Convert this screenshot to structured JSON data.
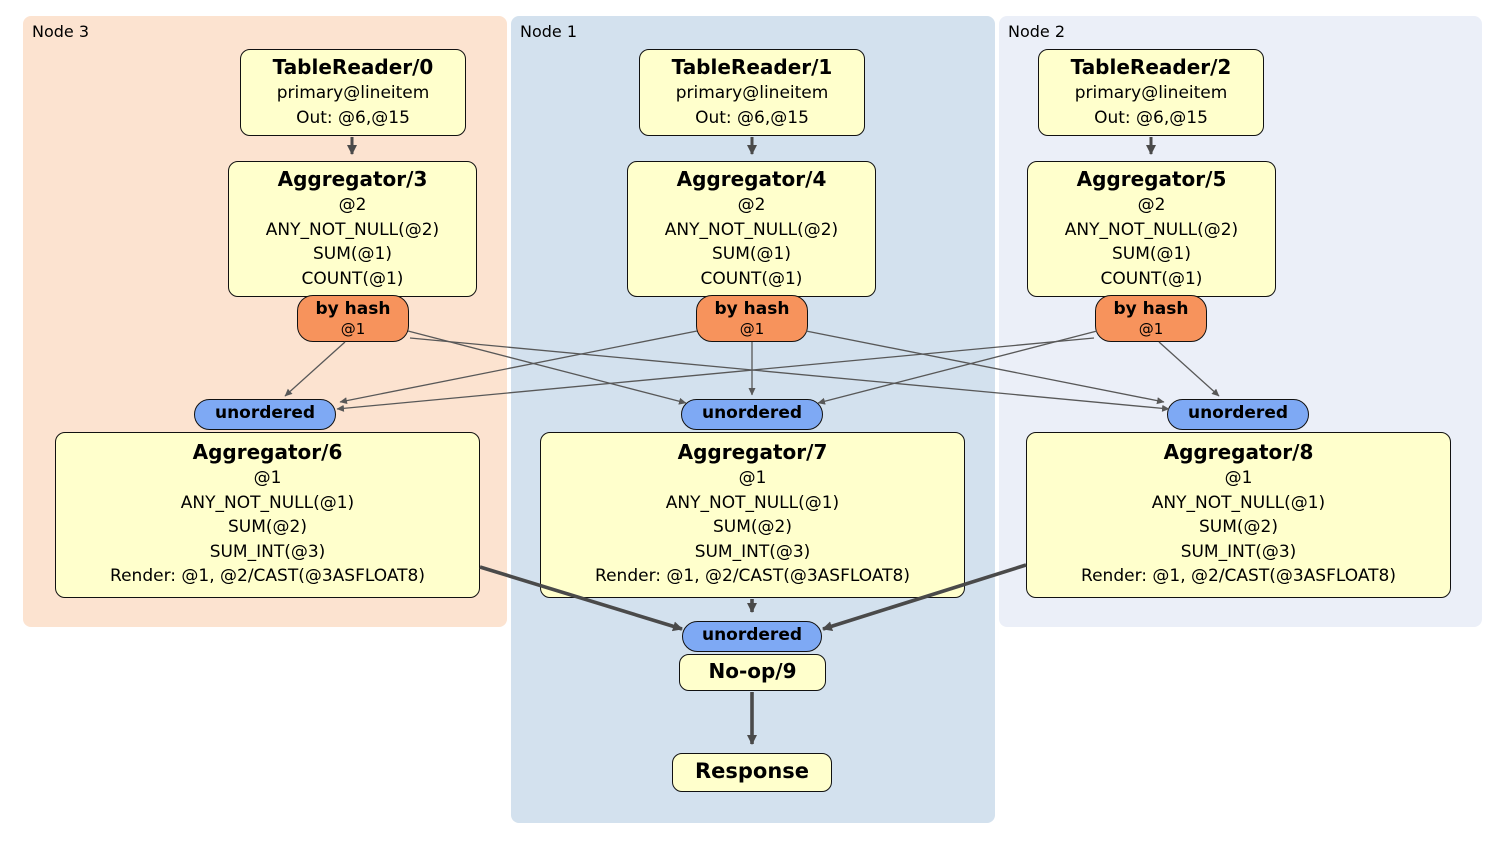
{
  "groups": [
    {
      "label": "Node 3"
    },
    {
      "label": "Node 1"
    },
    {
      "label": "Node 2"
    }
  ],
  "columns": [
    {
      "tablereader": {
        "title": "TableReader/0",
        "lines": [
          "primary@lineitem",
          "Out: @6,@15"
        ]
      },
      "aggregator_top": {
        "title": "Aggregator/3",
        "lines": [
          "@2",
          "ANY_NOT_NULL(@2)",
          "SUM(@1)",
          "COUNT(@1)"
        ]
      },
      "router": {
        "label": "by hash",
        "detail": "@1"
      },
      "sync": {
        "label": "unordered"
      },
      "aggregator_bottom": {
        "title": "Aggregator/6",
        "lines": [
          "@1",
          "ANY_NOT_NULL(@1)",
          "SUM(@2)",
          "SUM_INT(@3)",
          "Render: @1, @2/CAST(@3ASFLOAT8)"
        ]
      }
    },
    {
      "tablereader": {
        "title": "TableReader/1",
        "lines": [
          "primary@lineitem",
          "Out: @6,@15"
        ]
      },
      "aggregator_top": {
        "title": "Aggregator/4",
        "lines": [
          "@2",
          "ANY_NOT_NULL(@2)",
          "SUM(@1)",
          "COUNT(@1)"
        ]
      },
      "router": {
        "label": "by hash",
        "detail": "@1"
      },
      "sync": {
        "label": "unordered"
      },
      "aggregator_bottom": {
        "title": "Aggregator/7",
        "lines": [
          "@1",
          "ANY_NOT_NULL(@1)",
          "SUM(@2)",
          "SUM_INT(@3)",
          "Render: @1, @2/CAST(@3ASFLOAT8)"
        ]
      }
    },
    {
      "tablereader": {
        "title": "TableReader/2",
        "lines": [
          "primary@lineitem",
          "Out: @6,@15"
        ]
      },
      "aggregator_top": {
        "title": "Aggregator/5",
        "lines": [
          "@2",
          "ANY_NOT_NULL(@2)",
          "SUM(@1)",
          "COUNT(@1)"
        ]
      },
      "router": {
        "label": "by hash",
        "detail": "@1"
      },
      "sync": {
        "label": "unordered"
      },
      "aggregator_bottom": {
        "title": "Aggregator/8",
        "lines": [
          "@1",
          "ANY_NOT_NULL(@1)",
          "SUM(@2)",
          "SUM_INT(@3)",
          "Render: @1, @2/CAST(@3ASFLOAT8)"
        ]
      }
    }
  ],
  "final": {
    "sync": {
      "label": "unordered"
    },
    "noop": {
      "title": "No-op/9"
    },
    "response": {
      "title": "Response"
    }
  },
  "colors": {
    "background": "#ffffff",
    "node3_bg": "#fce3d0",
    "node1_bg": "#d3e1ee",
    "node2_bg": "#ebeff8",
    "processor_fill": "#ffffcc",
    "router_fill": "#f7935c",
    "sync_fill": "#7ea9f4",
    "box_border": "#111111",
    "edge_thin": "#585858",
    "edge_thick": "#4a4a4a"
  }
}
